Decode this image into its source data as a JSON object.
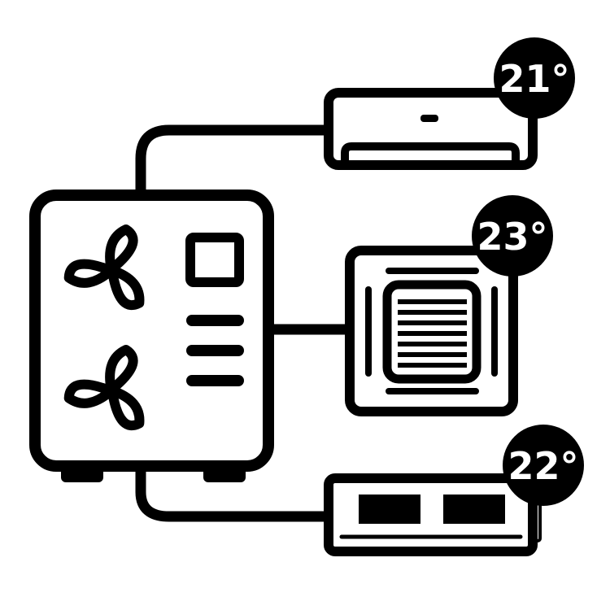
{
  "colors": {
    "ink": "#000000",
    "paper": "#ffffff"
  },
  "units": [
    {
      "name": "wall-split-unit",
      "icon": "wall-ac-icon",
      "temperature": "21°"
    },
    {
      "name": "ceiling-cassette-unit",
      "icon": "cassette-ac-icon",
      "temperature": "23°"
    },
    {
      "name": "ducted-unit",
      "icon": "ducted-ac-icon",
      "temperature": "22°"
    }
  ],
  "outdoor_unit": {
    "icon": "outdoor-condenser-icon",
    "fan_count": 2,
    "vents": 3
  }
}
